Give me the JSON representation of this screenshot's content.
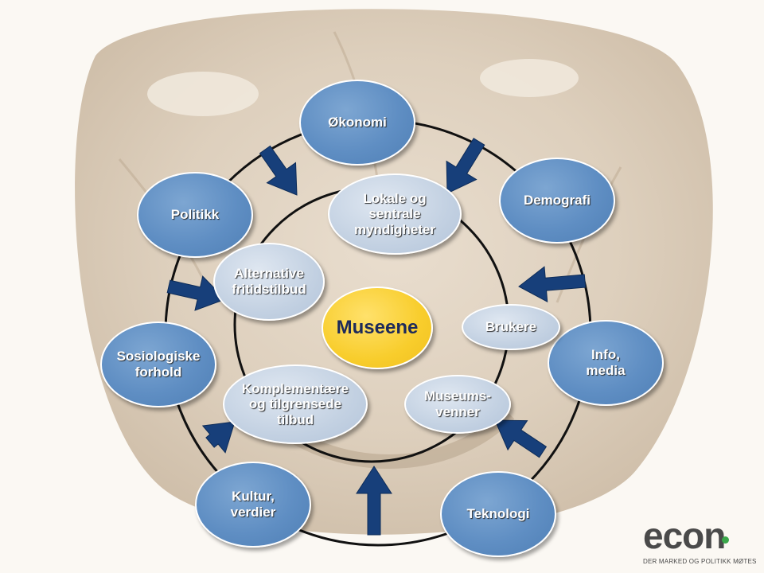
{
  "diagram": {
    "center": "Museene",
    "outer_factors": [
      {
        "id": "okonomi",
        "label": "Økonomi"
      },
      {
        "id": "demografi",
        "label": "Demografi"
      },
      {
        "id": "info-media",
        "label": "Info,\nmedia"
      },
      {
        "id": "teknologi",
        "label": "Teknologi"
      },
      {
        "id": "kultur-verdier",
        "label": "Kultur,\nverdier"
      },
      {
        "id": "sosiologiske-forhold",
        "label": "Sosiologiske\nforhold"
      },
      {
        "id": "politikk",
        "label": "Politikk"
      }
    ],
    "inner_actors": [
      {
        "id": "lokale-sentrale-myndigheter",
        "label": "Lokale og\nsentrale\nmyndigheter"
      },
      {
        "id": "brukere",
        "label": "Brukere"
      },
      {
        "id": "museumsvenner",
        "label": "Museums-\nvenner"
      },
      {
        "id": "komplementaere-tilbud",
        "label": "Komplementære\nog tilgrensede\ntilbud"
      },
      {
        "id": "alternative-fritidstilbud",
        "label": "Alternative\nfritidstilbud"
      }
    ]
  },
  "logo": {
    "word": "econ",
    "tagline": "DER MARKED OG POLITIKK MØTES"
  },
  "colors": {
    "outer_node": "#5f8ec3",
    "inner_node": "#c3d1e2",
    "center_node": "#f8cd2c",
    "arrow": "#173f7a",
    "ring": "#111111",
    "logo_accent": "#3aa74a"
  }
}
